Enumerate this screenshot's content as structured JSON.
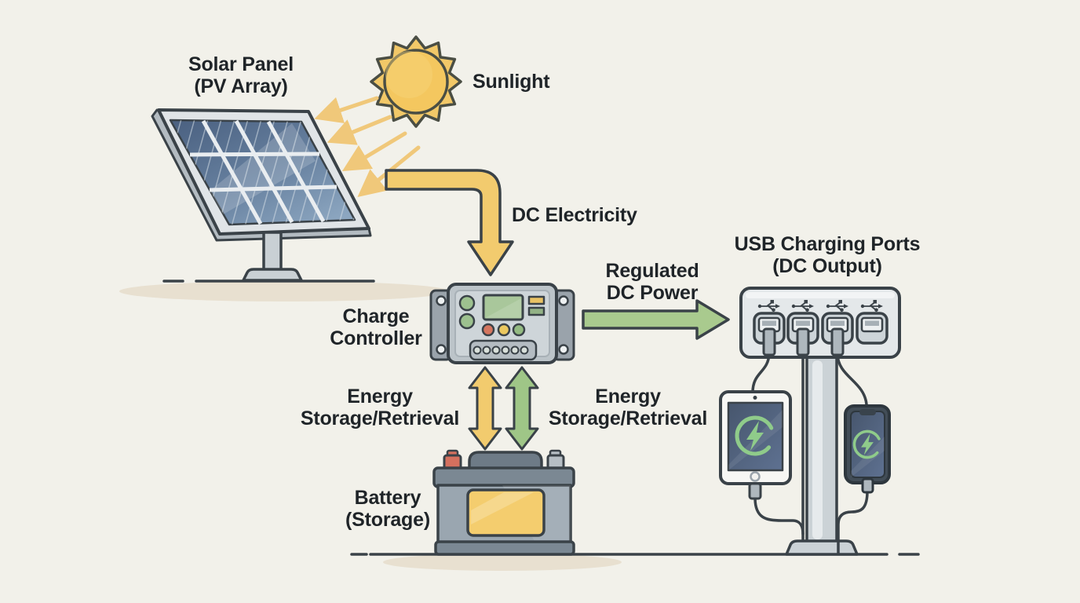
{
  "labels": {
    "solar_panel": "Solar Panel\n(PV Array)",
    "sunlight": "Sunlight",
    "dc_electricity": "DC Electricity",
    "charge_controller": "Charge\nController",
    "regulated_dc_power": "Regulated\nDC Power",
    "usb_ports": "USB Charging Ports\n(DC Output)",
    "energy_storage_left": "Energy\nStorage/Retrieval",
    "energy_storage_right": "Energy\nStorage/Retrieval",
    "battery": "Battery\n(Storage)"
  },
  "diagram": {
    "type": "flow-diagram",
    "nodes": [
      {
        "id": "sun",
        "label": "Sunlight",
        "icon": "sun-icon"
      },
      {
        "id": "solar_panel",
        "label": "Solar Panel (PV Array)",
        "icon": "solar-panel-icon"
      },
      {
        "id": "charge_controller",
        "label": "Charge Controller",
        "icon": "charge-controller-icon"
      },
      {
        "id": "battery",
        "label": "Battery (Storage)",
        "icon": "battery-icon"
      },
      {
        "id": "usb_ports",
        "label": "USB Charging Ports (DC Output)",
        "icon": "usb-panel-icon"
      },
      {
        "id": "tablet",
        "label": "",
        "icon": "tablet-icon"
      },
      {
        "id": "phone",
        "label": "",
        "icon": "phone-icon"
      }
    ],
    "flows": [
      {
        "from": "sun",
        "to": "solar_panel",
        "label": "Sunlight",
        "style": "ray-arrows",
        "color": "#F0C87A"
      },
      {
        "from": "solar_panel",
        "to": "charge_controller",
        "label": "DC Electricity",
        "style": "thick-arrow",
        "color": "#F2CB6E"
      },
      {
        "from": "charge_controller",
        "to": "usb_ports",
        "label": "Regulated DC Power",
        "style": "thick-arrow",
        "color": "#A9CA8E"
      },
      {
        "from": "charge_controller",
        "to": "battery",
        "label": "Energy Storage/Retrieval",
        "style": "double-headed",
        "bidirectional": true,
        "colors": [
          "#F2CB6E",
          "#A9CA8E"
        ]
      },
      {
        "from": "usb_ports",
        "to": "tablet",
        "label": "",
        "style": "cable",
        "color": "#3A4248"
      },
      {
        "from": "usb_ports",
        "to": "phone",
        "label": "",
        "style": "cable",
        "color": "#3A4248"
      }
    ]
  },
  "icons": [
    "sun-icon",
    "sun-ray-arrow-icon",
    "solar-panel-icon",
    "dc-electricity-arrow-icon",
    "charge-controller-icon",
    "regulated-dc-power-arrow-icon",
    "energy-flow-arrow-icon",
    "battery-icon",
    "usb-panel-icon",
    "usb-port-icon",
    "usb-trident-icon",
    "mounting-pole-icon",
    "cable-icon",
    "tablet-icon",
    "phone-icon",
    "charging-bolt-icon"
  ],
  "colors": {
    "background": "#F2F1EA",
    "outline": "#3A4248",
    "text": "#1F2428",
    "flow_yellow": "#F2CB6E",
    "flow_green": "#A9CA8E",
    "sun_yellow": "#F2C868",
    "ray_yellow": "#F0C87A",
    "panel_blue_dark": "#4A6080",
    "panel_blue_light": "#8CA6C0",
    "frame_gray": "#E0E4E7",
    "device_gray": "#C9D0D4",
    "lcd_green": "#A9C79B",
    "battery_body_gray": "#9AA6B0",
    "battery_label_yellow": "#F4CD6E",
    "terminal_red": "#D4705E",
    "charging_icon_green": "#8FCB8A",
    "screen_blue": "#4E6078",
    "ground_shadow": "#E8E0D0"
  }
}
